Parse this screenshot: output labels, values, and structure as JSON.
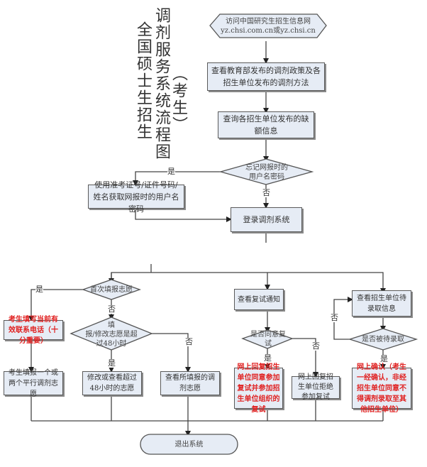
{
  "title": {
    "line1": "全国硕士生招生",
    "line2": "调剂服务系统流程图",
    "line3": "（考生）"
  },
  "nodes": {
    "visit_site": {
      "line1": "访问中国研究生招生信息网",
      "line2": "yz.chsi.com.cn或yz.chsi.cn"
    },
    "view_policy": "查看教育部发布的调剂政策及各招生单位发布的调剂方法",
    "query_vacancy": "查询各招生单位发布的缺额信息",
    "forgot_password": {
      "line1": "忘记网报时的",
      "line2": "用户名密码"
    },
    "retrieve_credentials": "使用准考证号/证件号码/姓名获取网报时的用户名密码",
    "login": "登录调剂系统",
    "first_fill": "首次填报志愿",
    "fill_phone": "考生填写当前有效联系电话（十分重要）",
    "over_48h": {
      "line1": "填",
      "line2": "报/修改志愿是超",
      "line3": "过48小时"
    },
    "fill_one_or_two": "考生填报一个或两个平行调剂志愿",
    "modify_after_48h": "修改或查看超过48小时的志愿",
    "view_filled": "查看所填报的调剂志愿",
    "view_retest_notice": "查看复试通知",
    "agree_retest": "是否同意复试",
    "accept_retest": "网上回复招生单位同意参加复试并参加招生单位组织的复试",
    "reject_retest": "网上回复招生单位拒绝参加复试",
    "view_pending_admission": "查看招生单位待录取信息",
    "is_pending": "是否被待录取",
    "confirm_online": "网上确认（考生一经确认，非经招生单位同意不得调剂录取至其他招生单位）",
    "exit": "退出系统"
  },
  "labels": {
    "yes": "是",
    "no": "否"
  },
  "colors": {
    "box_fill": "#e6ecf5",
    "border": "#5a5a5a",
    "highlight_text": "#e02020"
  }
}
